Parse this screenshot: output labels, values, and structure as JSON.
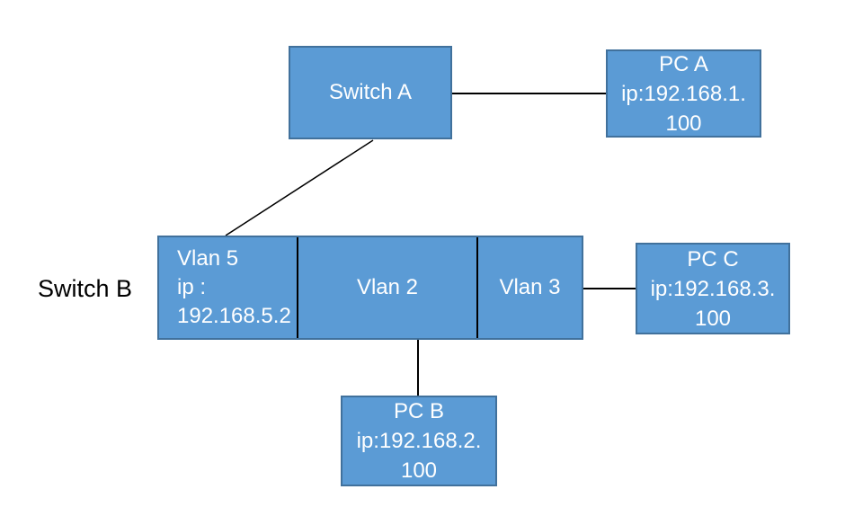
{
  "diagram": {
    "switch_b_label": "Switch B",
    "nodes": {
      "switch_a": {
        "label": "Switch A"
      },
      "pc_a": {
        "name": "PC A",
        "ip_line1": "ip:192.168.1.",
        "ip_line2": "100"
      },
      "vlan5": {
        "name": "Vlan 5",
        "ip_label": "ip :",
        "ip_value": "192.168.5.2"
      },
      "vlan2": {
        "label": "Vlan 2"
      },
      "vlan3": {
        "label": "Vlan 3"
      },
      "pc_b": {
        "name": "PC B",
        "ip_line1": "ip:192.168.2.",
        "ip_line2": "100"
      },
      "pc_c": {
        "name": "PC C",
        "ip_line1": "ip:192.168.3.",
        "ip_line2": "100"
      }
    },
    "colors": {
      "node_fill": "#5B9BD5",
      "node_border": "#41719C",
      "connector": "#000000",
      "node_text": "#FFFFFF",
      "label_text": "#000000",
      "background": "#FFFFFF"
    }
  }
}
